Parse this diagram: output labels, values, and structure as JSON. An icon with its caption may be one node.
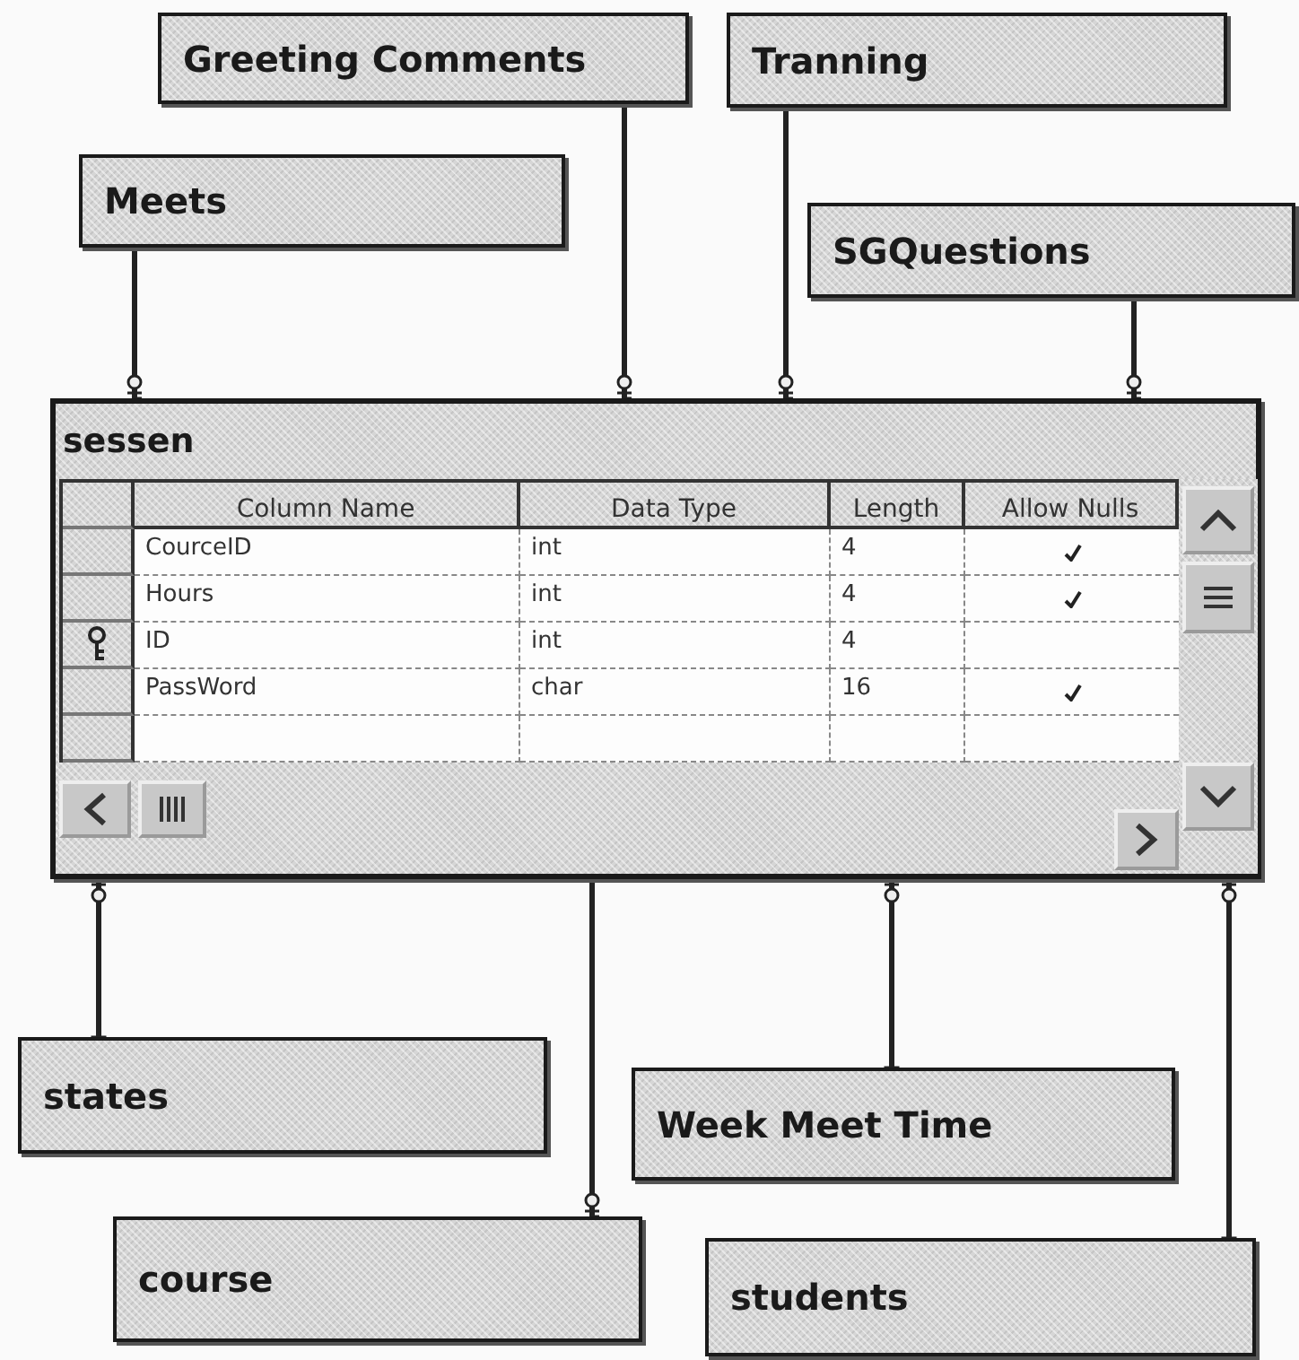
{
  "diagram": {
    "nodes": [
      {
        "text": [
          "Greeting Comments"
        ]
      },
      {
        "text": [
          "Tranning"
        ]
      },
      {
        "text": [
          "Meets"
        ]
      },
      {
        "text": [
          "SGQuestions"
        ]
      },
      {
        "text": [
          "sessen"
        ]
      },
      {
        "text": [
          "states"
        ]
      },
      {
        "text": [
          "Week Meet Time"
        ]
      },
      {
        "text": [
          "course"
        ]
      },
      {
        "text": [
          "students"
        ]
      }
    ],
    "edges": [
      {
        "from": 2,
        "to": 4,
        "arrow": "other"
      },
      {
        "from": 0,
        "to": 4,
        "arrow": "other"
      },
      {
        "from": 1,
        "to": 4,
        "arrow": "other"
      },
      {
        "from": 3,
        "to": 4,
        "arrow": "other"
      },
      {
        "from": 5,
        "to": 4,
        "arrow": "other"
      },
      {
        "from": 4,
        "to": 7,
        "arrow": "other"
      },
      {
        "from": 6,
        "to": 4,
        "arrow": "other"
      },
      {
        "from": 8,
        "to": 4,
        "arrow": "other"
      }
    ],
    "labels": [
      "Column Name",
      "Data Type",
      "Length",
      "Allow Nulls",
      "CourceID",
      "int",
      "4",
      "Hours",
      "int",
      "4",
      "ID",
      "int",
      "4",
      "PassWord",
      "char",
      "16"
    ]
  }
}
